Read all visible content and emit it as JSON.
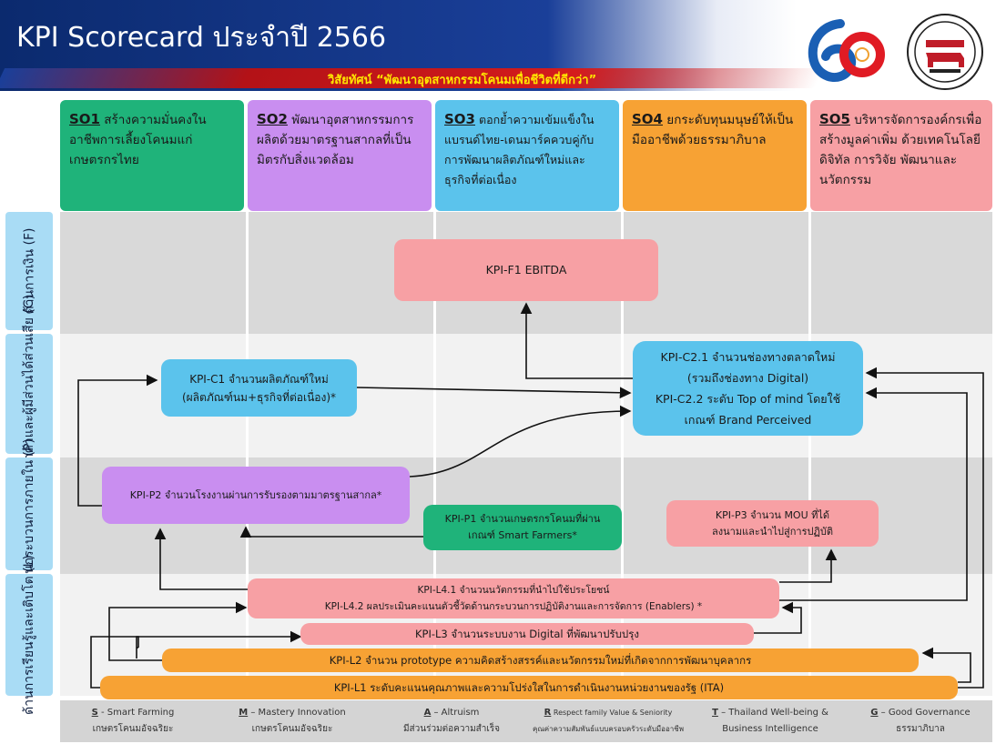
{
  "header": {
    "title": "KPI Scorecard ประจำปี 2566",
    "vision": "วิสัยทัศน์ “พัฒนาอุตสาหกรรมโคนมเพื่อชีวิตที่ดีกว่า”"
  },
  "objectives": [
    {
      "code": "SO1",
      "text": "สร้างความมั่นคงในอาชีพการเลี้ยงโคนมแก่เกษตรกรไทย",
      "color": "#1fb37a"
    },
    {
      "code": "SO2",
      "text": "พัฒนาอุตสาหกรรมการผลิตด้วยมาตรฐานสากลที่เป็นมิตรกับสิ่งแวดล้อม",
      "color": "#c98ef0"
    },
    {
      "code": "SO3",
      "text": "ตอกย้ำความเข้มแข็งในแบรนด์ไทย-เดนมาร์คควบคู่กับการพัฒนาผลิตภัณฑ์ใหม่และธุรกิจที่ต่อเนื่อง",
      "color": "#5bc3ec"
    },
    {
      "code": "SO4",
      "text": "ยกระดับทุนมนุษย์ให้เป็นมืออาชีพด้วยธรรมาภิบาล",
      "color": "#f7a234"
    },
    {
      "code": "SO5",
      "text": "บริหารจัดการองค์กรเพื่อสร้างมูลค่าเพิ่ม ด้วยเทคโนโลยีดิจิทัล การวิจัย พัฒนาและนวัตกรรม",
      "color": "#f7a0a4"
    }
  ],
  "perspectives": {
    "F": "ด้านการเงิน (F)",
    "C": "ด้านลูกค้าและผู้มีส่วนได้ส่วนเสีย (C)",
    "P": "ด้านกระบวนการภายใน (P)",
    "L": "ด้านการเรียนรู้และเติบโต (L)"
  },
  "kpis": {
    "f1": "KPI-F1 EBITDA",
    "c1_line1": "KPI-C1 จำนวนผลิตภัณฑ์ใหม่",
    "c1_line2": "(ผลิตภัณฑ์นม+ธุรกิจที่ต่อเนื่อง)*",
    "c2_line1": "KPI-C2.1 จำนวนช่องทางตลาดใหม่",
    "c2_line2": "(รวมถึงช่องทาง Digital)",
    "c2_line3": "KPI-C2.2 ระดับ Top of mind โดยใช้",
    "c2_line4": "เกณฑ์ Brand Perceived",
    "p2": "KPI-P2 จำนวนโรงงานผ่านการรับรองตามมาตรฐานสากล*",
    "p1_line1": "KPI-P1 จำนวนเกษตรกรโคนมที่ผ่าน",
    "p1_line2": "เกณฑ์ Smart Farmers*",
    "p3_line1": "KPI-P3 จำนวน MOU ที่ได้",
    "p3_line2": "ลงนามและนำไปสู่การปฏิบัติ",
    "l4_line1": "KPI-L4.1 จำนวนนวัตกรรมที่นำไปใช้ประโยชน์",
    "l4_line2": "KPI-L4.2 ผลประเมินคะแนนตัวชี้วัดด้านกระบวนการปฏิบัติงานและการจัดการ (Enablers) *",
    "l3": "KPI-L3 จำนวนระบบงาน Digital ที่พัฒนาปรับปรุง",
    "l2": "KPI-L2 จำนวน prototype ความคิดสร้างสรรค์และนวัตกรรมใหม่ที่เกิดจากการพัฒนาบุคลากร",
    "l1": "KPI-L1 ระดับคะแนนคุณภาพและความโปร่งใสในการดำเนินงานหน่วยงานของรัฐ (ITA)"
  },
  "values": [
    {
      "key": "S",
      "name": " - Smart Farming",
      "thai": "เกษตรโคนมอัจฉริยะ"
    },
    {
      "key": "M",
      "name": " – Mastery Innovation",
      "thai": "เกษตรโคนมอัจฉริยะ"
    },
    {
      "key": "A",
      "name": " – Altruism",
      "thai": "มีส่วนร่วมต่อความสำเร็จ"
    },
    {
      "key": "R",
      "name": " Respect family Value & Seniority",
      "thai": "คุณค่าความสัมพันธ์แบบครอบครัวระดับมืออาชีพ"
    },
    {
      "key": "T",
      "name": " – Thailand Well-being &",
      "thai": "Business Intelligence"
    },
    {
      "key": "G",
      "name": " – Good Governance",
      "thai": "ธรรมาภิบาล"
    }
  ],
  "colors": {
    "header_blue": "#1a3f99",
    "vision_red": "#d51c1c",
    "perspective_label": "#a9dcf5",
    "pink": "#f7a0a4",
    "blue": "#5bc3ec",
    "purple": "#c98ef0",
    "green": "#1fb37a",
    "orange": "#f7a234"
  },
  "icons": {
    "logo_anniversary": "60-anniversary-logo",
    "logo_org": "dairy-cow-seal-logo"
  }
}
